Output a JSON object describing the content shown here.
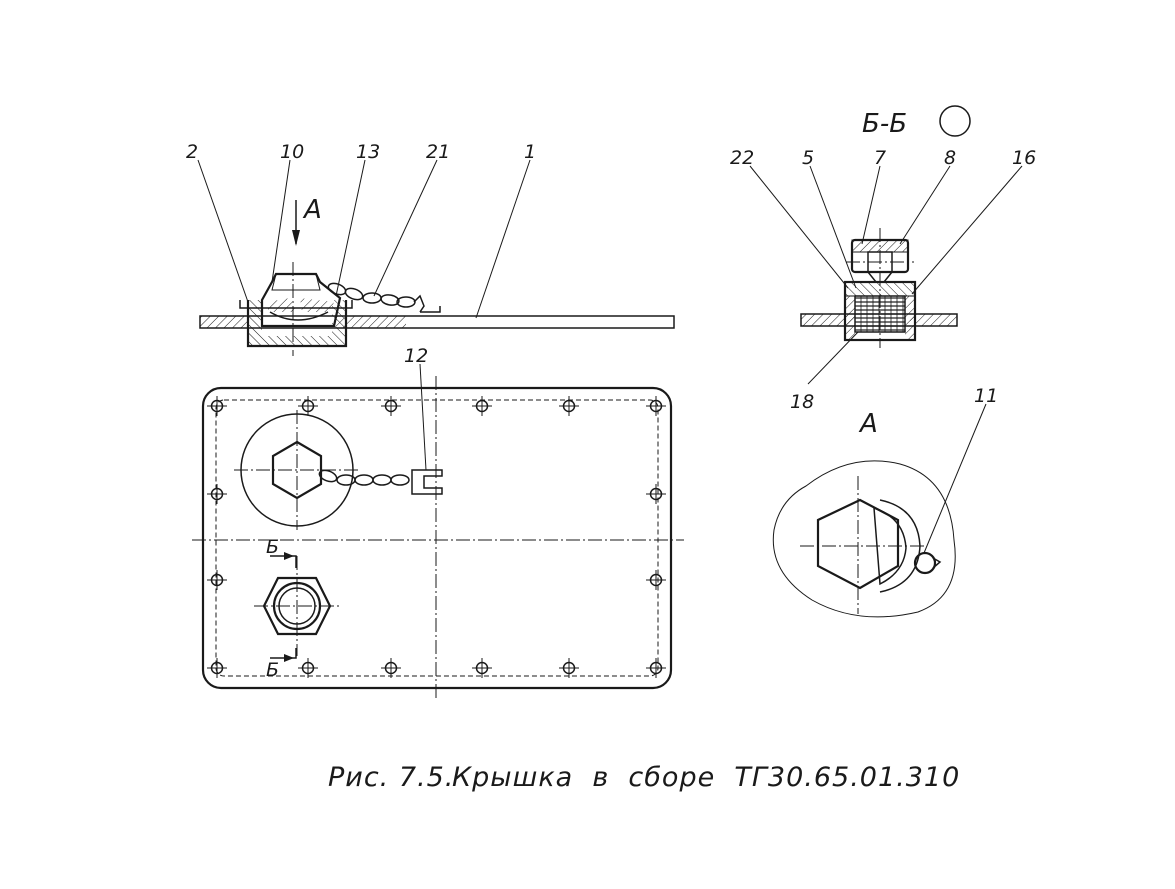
{
  "caption": {
    "fig_no": "Рис. 7.5.",
    "title": "Крышка  в  сборе  ТГ30.65.01.310"
  },
  "section_view": {
    "title": "Б-Б",
    "callouts": [
      "22",
      "5",
      "7",
      "8",
      "16",
      "18"
    ]
  },
  "view_a": {
    "title": "А",
    "callouts": [
      "11"
    ]
  },
  "front_view": {
    "arrow_label": "А",
    "callouts": [
      "2",
      "10",
      "13",
      "21",
      "1"
    ]
  },
  "plan_view": {
    "callouts": [
      "12"
    ],
    "section_marks": [
      "Б",
      "Б"
    ]
  },
  "colors": {
    "ink": "#1a1a1a",
    "paper": "#ffffff"
  }
}
